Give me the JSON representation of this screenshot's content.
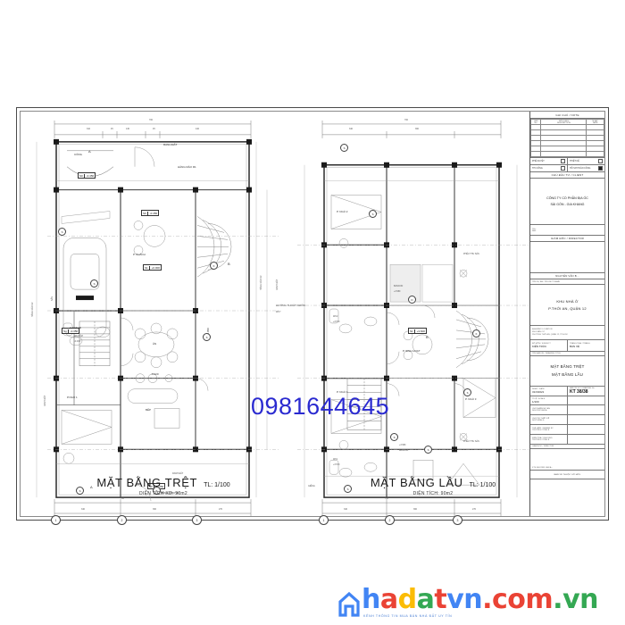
{
  "document": {
    "type": "architectural-floor-plan-sheet",
    "sheet_code": "KT 38/38"
  },
  "plans": [
    {
      "id": "ground-floor",
      "title": "MẶT BẰNG TRỆT",
      "scale": "TL: 1/100",
      "area_note": "DIỆN TÍCH XD: 90m2",
      "grid_labels": [
        "1",
        "2",
        "3"
      ],
      "overall_dim": "700",
      "top_dims": [
        "310",
        "45",
        "130",
        "45",
        "440",
        "25"
      ],
      "bottom_dims": [
        "340",
        "360",
        "270"
      ],
      "rooms": [
        {
          "name": "CỔNG",
          "level": "-0.450",
          "tag": "S0"
        },
        {
          "name": "GARAGE",
          "level": "-0.350",
          "tag": "Sg"
        },
        {
          "name": "SÂN",
          "level": "-0.450",
          "tag": "S0"
        },
        {
          "name": "P. KHÁCH",
          "level": "+0.000",
          "tag": "S1"
        },
        {
          "name": "ĂN",
          "level": "",
          "tag": ""
        },
        {
          "name": "BẾP",
          "level": "",
          "tag": ""
        },
        {
          "name": "P.NGỦ 1",
          "level": "",
          "tag": ""
        },
        {
          "name": "WC/TẮM",
          "level": "-0.030",
          "tag": ""
        },
        {
          "name": "SÂN",
          "level": "-0.020",
          "tag": ""
        }
      ],
      "boundary_labels": [
        "RANH ĐẤT",
        "HÀNG RÀO R1",
        "HÀNG RÀO R2"
      ],
      "section_marks": [
        "A",
        "B",
        "K"
      ]
    },
    {
      "id": "upper-floor",
      "title": "MẶT BẰNG LẦU",
      "scale": "TL: 1/100",
      "area_note": "DIỆN TÍCH: 90m2",
      "grid_labels": [
        "1",
        "2",
        "3"
      ],
      "overall_dim": "700",
      "top_dims": [
        "340",
        "360",
        "270"
      ],
      "bottom_dims": [
        "340",
        "360",
        "270"
      ],
      "rooms": [
        {
          "name": "P. NGỦ 2",
          "level": "",
          "tag": ""
        },
        {
          "name": "P. NGỦ 3",
          "level": "",
          "tag": ""
        },
        {
          "name": "P. NGỦ 4",
          "level": "",
          "tag": ""
        },
        {
          "name": "P. SINH HOẠT",
          "level": "+3.600",
          "tag": "S1"
        },
        {
          "name": "BANCON",
          "level": "+3.580",
          "tag": ""
        },
        {
          "name": "BANCON",
          "level": "+3.580",
          "tag": ""
        },
        {
          "name": "WC2",
          "level": "+3.570",
          "tag": ""
        },
        {
          "name": "WC1",
          "level": "+3.570",
          "tag": ""
        },
        {
          "name": "GIẾNG",
          "level": "",
          "tag": ""
        }
      ],
      "boundary_labels": [
        "PHỄU THU SÀN",
        "PHỄU THU SÀN"
      ],
      "section_marks": [
        "A",
        "B",
        "D",
        "K"
      ]
    }
  ],
  "annotations": {
    "drain_direction": "HƯỚNG THOÁT NƯỚC",
    "drain_note": "WC?"
  },
  "titleblock": {
    "notes_header": "GHI CHÚ / NOTE",
    "rev_columns": [
      "LẦN\nNo.",
      "NỘI DUNG\nDESCRIPTION",
      "NGÀY\nDATE"
    ],
    "checkboxes": [
      {
        "label": "PHÊ DUYỆT",
        "checked": false
      },
      {
        "label": "THI CÔNG",
        "checked": false
      },
      {
        "label": "THIẾT KẾ",
        "checked": false
      },
      {
        "label": "HỒ SƠ HOÀN CÔNG",
        "checked": true
      }
    ],
    "client_header": "CHỦ ĐẦU TƯ / CLIENT",
    "client_name_line1": "CÔNG TY CỔ PHẦN ĐỊA ỐC",
    "client_name_line2": "SÀI GÒN - GIA KHANG",
    "client_fields": [
      "TEL:",
      "FAX:"
    ],
    "director_header": "GIÁM ĐỐC / DIRECTOR",
    "signature_caption": "NGUYỄN VĂN B...",
    "project_header": "TÊN DỰ ÁN / PROJECT NAME",
    "project_name_line1": "KHU NHÀ Ở",
    "project_name_line2": "P.THỚI AN, QUẬN 12",
    "location_header": "ĐỊA ĐIỂM / LOCATION",
    "location_line1": "KHU DÂN CƯ",
    "location_line2": "PHƯỜNG THỚI AN, QUẬN 12, TP.HCM",
    "subject_header": "BỘ MÔN / SUBJECT",
    "subject_value": "KIẾN TRÚC",
    "stage_header": "TRẠNG THÁI / TRẠNG",
    "stage_value": "BẢN VẼ",
    "drawing_name_header": "TÊN BẢN VẼ / DRAWING TITLE",
    "drawing_name_line1": "MẶT BẰNG TRỆT",
    "drawing_name_line2": "MẶT BẰNG LẦU",
    "date_header": "NGÀY / DATE",
    "date_value": "31/3/2021",
    "scale_header": "TỈ LỆ / SCALE",
    "scale_value": "1/100",
    "code_header": "BẢN VẼ SỐ / DRAWING No.",
    "code_value": "KT 38/38",
    "approved_header": "CHỦ NHIỆM ĐỒ ÁN",
    "approved_label": "NGUYỄN VĂN A",
    "designer_header": "CHỦ TRÌ THIẾT KẾ",
    "designer_label": "NGÔ MINH Đ",
    "checker_header": "THỂ HIỆN / DRAWN BY",
    "checker_label": "TRƯƠNG CÔNG B",
    "verifier_header": "KIỂM TRA / CHECKED",
    "verifier_label": "TRƯƠNG CÔNG B",
    "signer_header": "GIÁM ĐỐC / DIRECTOR",
    "signer_name": "KTS.NGUYỄN VĂN A...",
    "footer_note": "BẢN VẼ THUỘC SỞ HỮU"
  },
  "watermark": {
    "phone": "0981644645",
    "color": "#2a2ad0"
  },
  "logo": {
    "text_parts": [
      {
        "text": "h",
        "color": "#4285f4"
      },
      {
        "text": "a",
        "color": "#ea4335"
      },
      {
        "text": "d",
        "color": "#fbbc05"
      },
      {
        "text": "a",
        "color": "#34a853"
      },
      {
        "text": "t",
        "color": "#ea4335"
      },
      {
        "text": "vn",
        "color": "#4285f4"
      },
      {
        "text": ".com",
        "color": "#ea4335"
      },
      {
        "text": ".vn",
        "color": "#34a853"
      }
    ],
    "full_text": "hadatvn.com.vn",
    "tagline": "KÊNH THÔNG TIN MUA BÁN NHÀ ĐẤT UY TÍN",
    "mark_name": "house-outline-logo"
  }
}
